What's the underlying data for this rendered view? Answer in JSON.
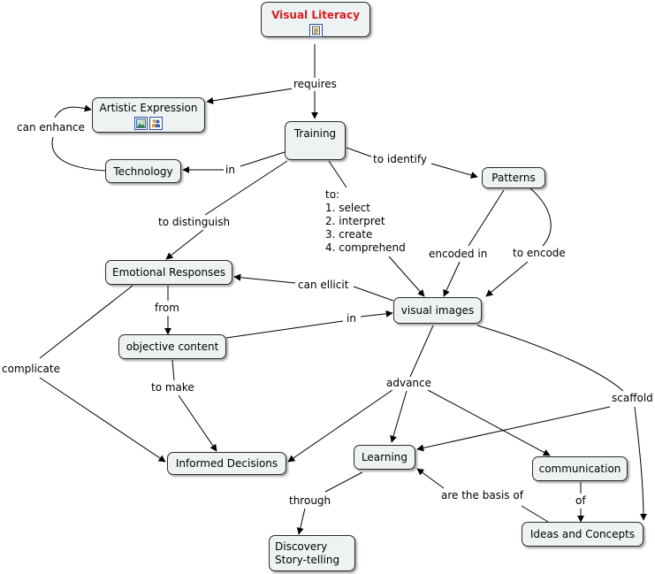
{
  "nodes": {
    "visual_literacy": "Visual Literacy",
    "artistic_expression": "Artistic Expression",
    "training": "Training",
    "technology": "Technology",
    "patterns": "Patterns",
    "emotional_responses": "Emotional Responses",
    "visual_images": "visual images",
    "objective_content": "objective content",
    "informed_decisions": "Informed Decisions",
    "learning": "Learning",
    "communication": "communication",
    "ideas_and_concepts": "Ideas and Concepts",
    "discovery_line1": "Discovery",
    "discovery_line2": "Story-telling"
  },
  "links": {
    "requires": "requires",
    "can_enhance": "can enhance",
    "in_technology": "in",
    "to_identify": "to identify",
    "to_distinguish": "to distinguish",
    "to_list_line1": "to:",
    "to_list_line2": "1. select",
    "to_list_line3": "2. interpret",
    "to_list_line4": "3. create",
    "to_list_line5": "4. comprehend",
    "encoded_in": "encoded in",
    "to_encode": "to encode",
    "can_ellicit": "can ellicit",
    "from": "from",
    "in_visual": "in",
    "complicate": "complicate",
    "to_make": "to make",
    "advance": "advance",
    "scaffold": "scaffold",
    "are_the_basis_of": "are the basis of",
    "of": "of",
    "through": "through"
  },
  "icons": [
    "document-icon",
    "image-icon",
    "people-icon"
  ],
  "colors": {
    "title": "#d81e1e",
    "node_fill": "#eef2f3",
    "line": "#000000"
  }
}
